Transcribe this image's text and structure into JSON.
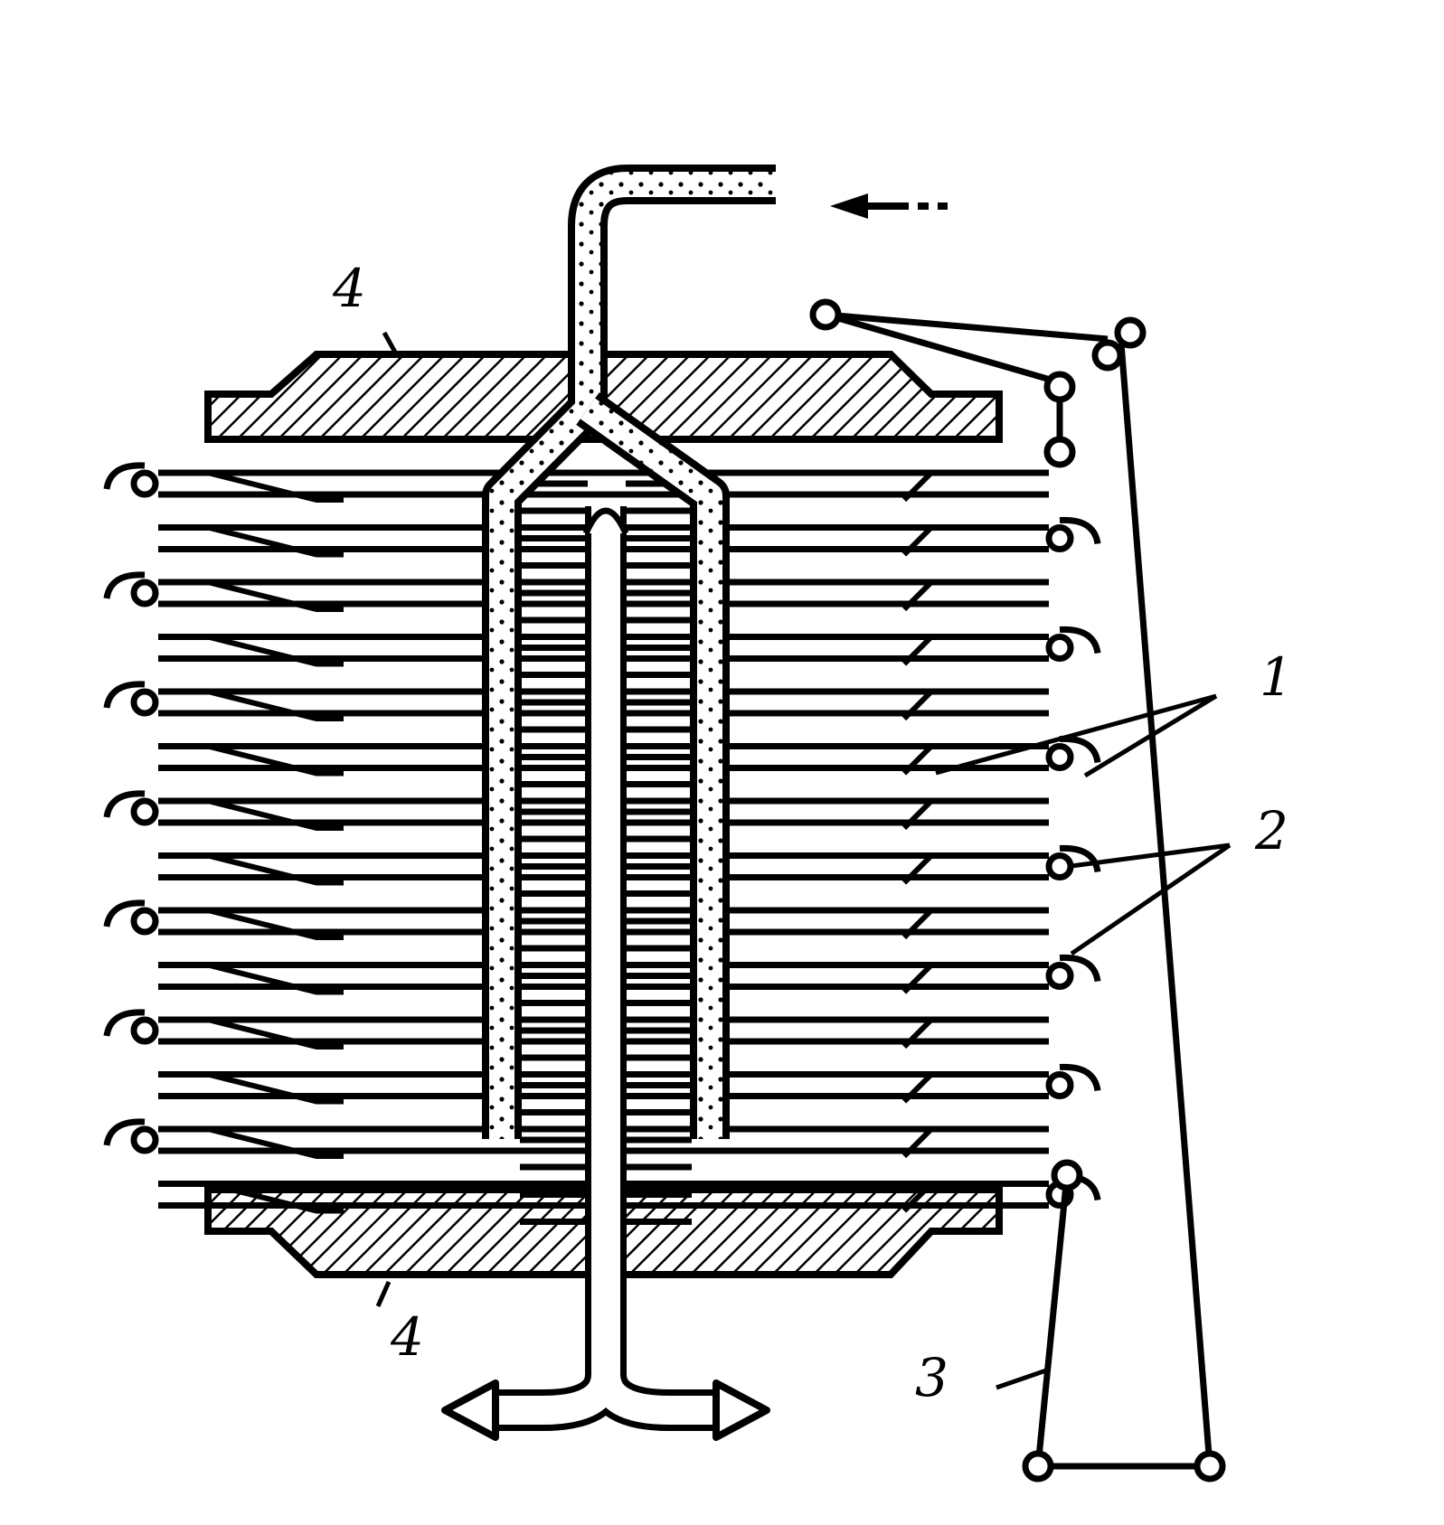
{
  "diagram": {
    "callouts": {
      "plate": "1",
      "hanger": "2",
      "chain": "3",
      "end_plate_top": "4",
      "end_plate_bottom": "4"
    },
    "flow": {
      "inlet_arrow": "left-arrow-icon",
      "outlet_arrow": "double-left-right-arrow-icon"
    },
    "colors": {
      "ink": "#000000",
      "paper": "#ffffff"
    },
    "plate_count": 14
  }
}
